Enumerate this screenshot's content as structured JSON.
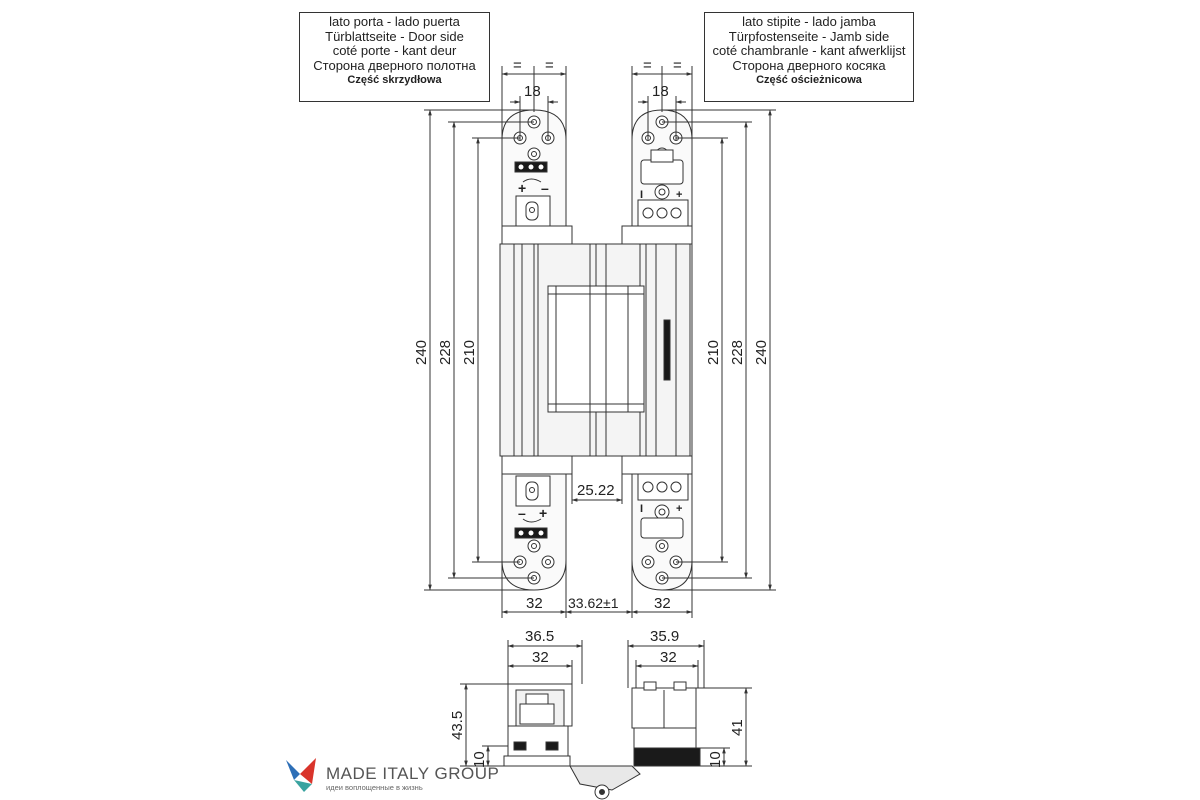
{
  "labels": {
    "door_side": [
      "lato porta - lado puerta",
      "Türblattseite - Door side",
      "coté porte - kant deur",
      "Сторона дверного полотна",
      "Część skrzydłowa"
    ],
    "jamb_side": [
      "lato stipite - lado jamba",
      "Türpfostenseite - Jamb side",
      "coté chambranle - kant afwerklijst",
      "Сторона дверного косяка",
      "Część ościeżnicowa"
    ]
  },
  "dimensions": {
    "plate_width": "18",
    "equal_sign": "=",
    "height_outer": "240",
    "height_middle": "228",
    "height_inner": "210",
    "offset": "25.22",
    "body_width": "32",
    "center_gap": "33.62±1",
    "door_depth_total": "36.5",
    "jamb_depth_total": "35.9",
    "door_height": "43.5",
    "jamb_height": "41",
    "base_height": "10"
  },
  "logo": {
    "name": "MADE ITALY GROUP",
    "tagline": "идеи воплощенные в жизнь"
  },
  "colors": {
    "line": "#333333",
    "fill_light": "#f2f2f2",
    "fill_dark": "#1a1a1a",
    "logo_red": "#d9342b",
    "logo_blue": "#2e6fb7",
    "logo_teal": "#3aa3a0"
  }
}
